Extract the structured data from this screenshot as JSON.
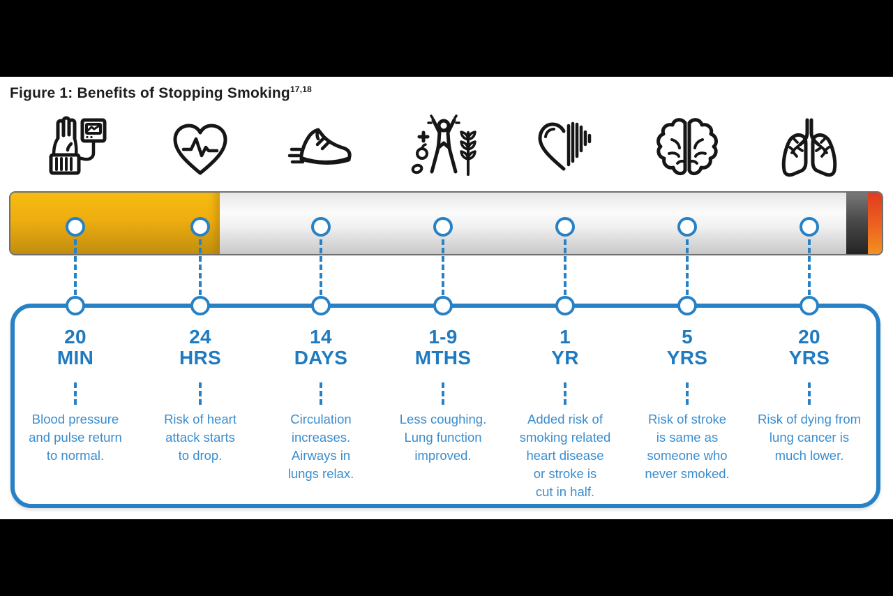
{
  "figure": {
    "title": "Figure 1: Benefits of Stopping Smoking",
    "title_superscript": "17,18"
  },
  "colors": {
    "accent_blue": "#2781c4",
    "label_blue": "#1f7ac0",
    "desc_blue": "#3a8dce",
    "title_text": "#1d1d1b",
    "filter_gold": "#e8ab10",
    "paper_white": "#f2f2f2",
    "ash_gray": "#3a3a3a",
    "ember_orange": "#ea5e20",
    "icon_ink": "#161616",
    "letterbox_black": "#000000"
  },
  "timeline": {
    "milestones": [
      {
        "value": "20",
        "unit": "MIN",
        "icon": "blood-pressure-monitor",
        "description": "Blood pressure\nand pulse return\nto normal."
      },
      {
        "value": "24",
        "unit": "HRS",
        "icon": "heart-pulse",
        "description": "Risk of heart\nattack starts\nto drop."
      },
      {
        "value": "14",
        "unit": "DAYS",
        "icon": "running-shoe",
        "description": "Circulation\nincreases.\nAirways in\nlungs relax."
      },
      {
        "value": "1-9",
        "unit": "MTHS",
        "icon": "healthy-person",
        "description": "Less coughing.\nLung function\nimproved."
      },
      {
        "value": "1",
        "unit": "YR",
        "icon": "half-heart",
        "description": "Added risk of\nsmoking related\nheart disease\nor stroke is\ncut in half."
      },
      {
        "value": "5",
        "unit": "YRS",
        "icon": "brain",
        "description": "Risk of stroke\nis same as\nsomeone who\nnever smoked."
      },
      {
        "value": "20",
        "unit": "YRS",
        "icon": "lungs",
        "description": "Risk of dying from\nlung cancer is\nmuch lower."
      }
    ]
  }
}
